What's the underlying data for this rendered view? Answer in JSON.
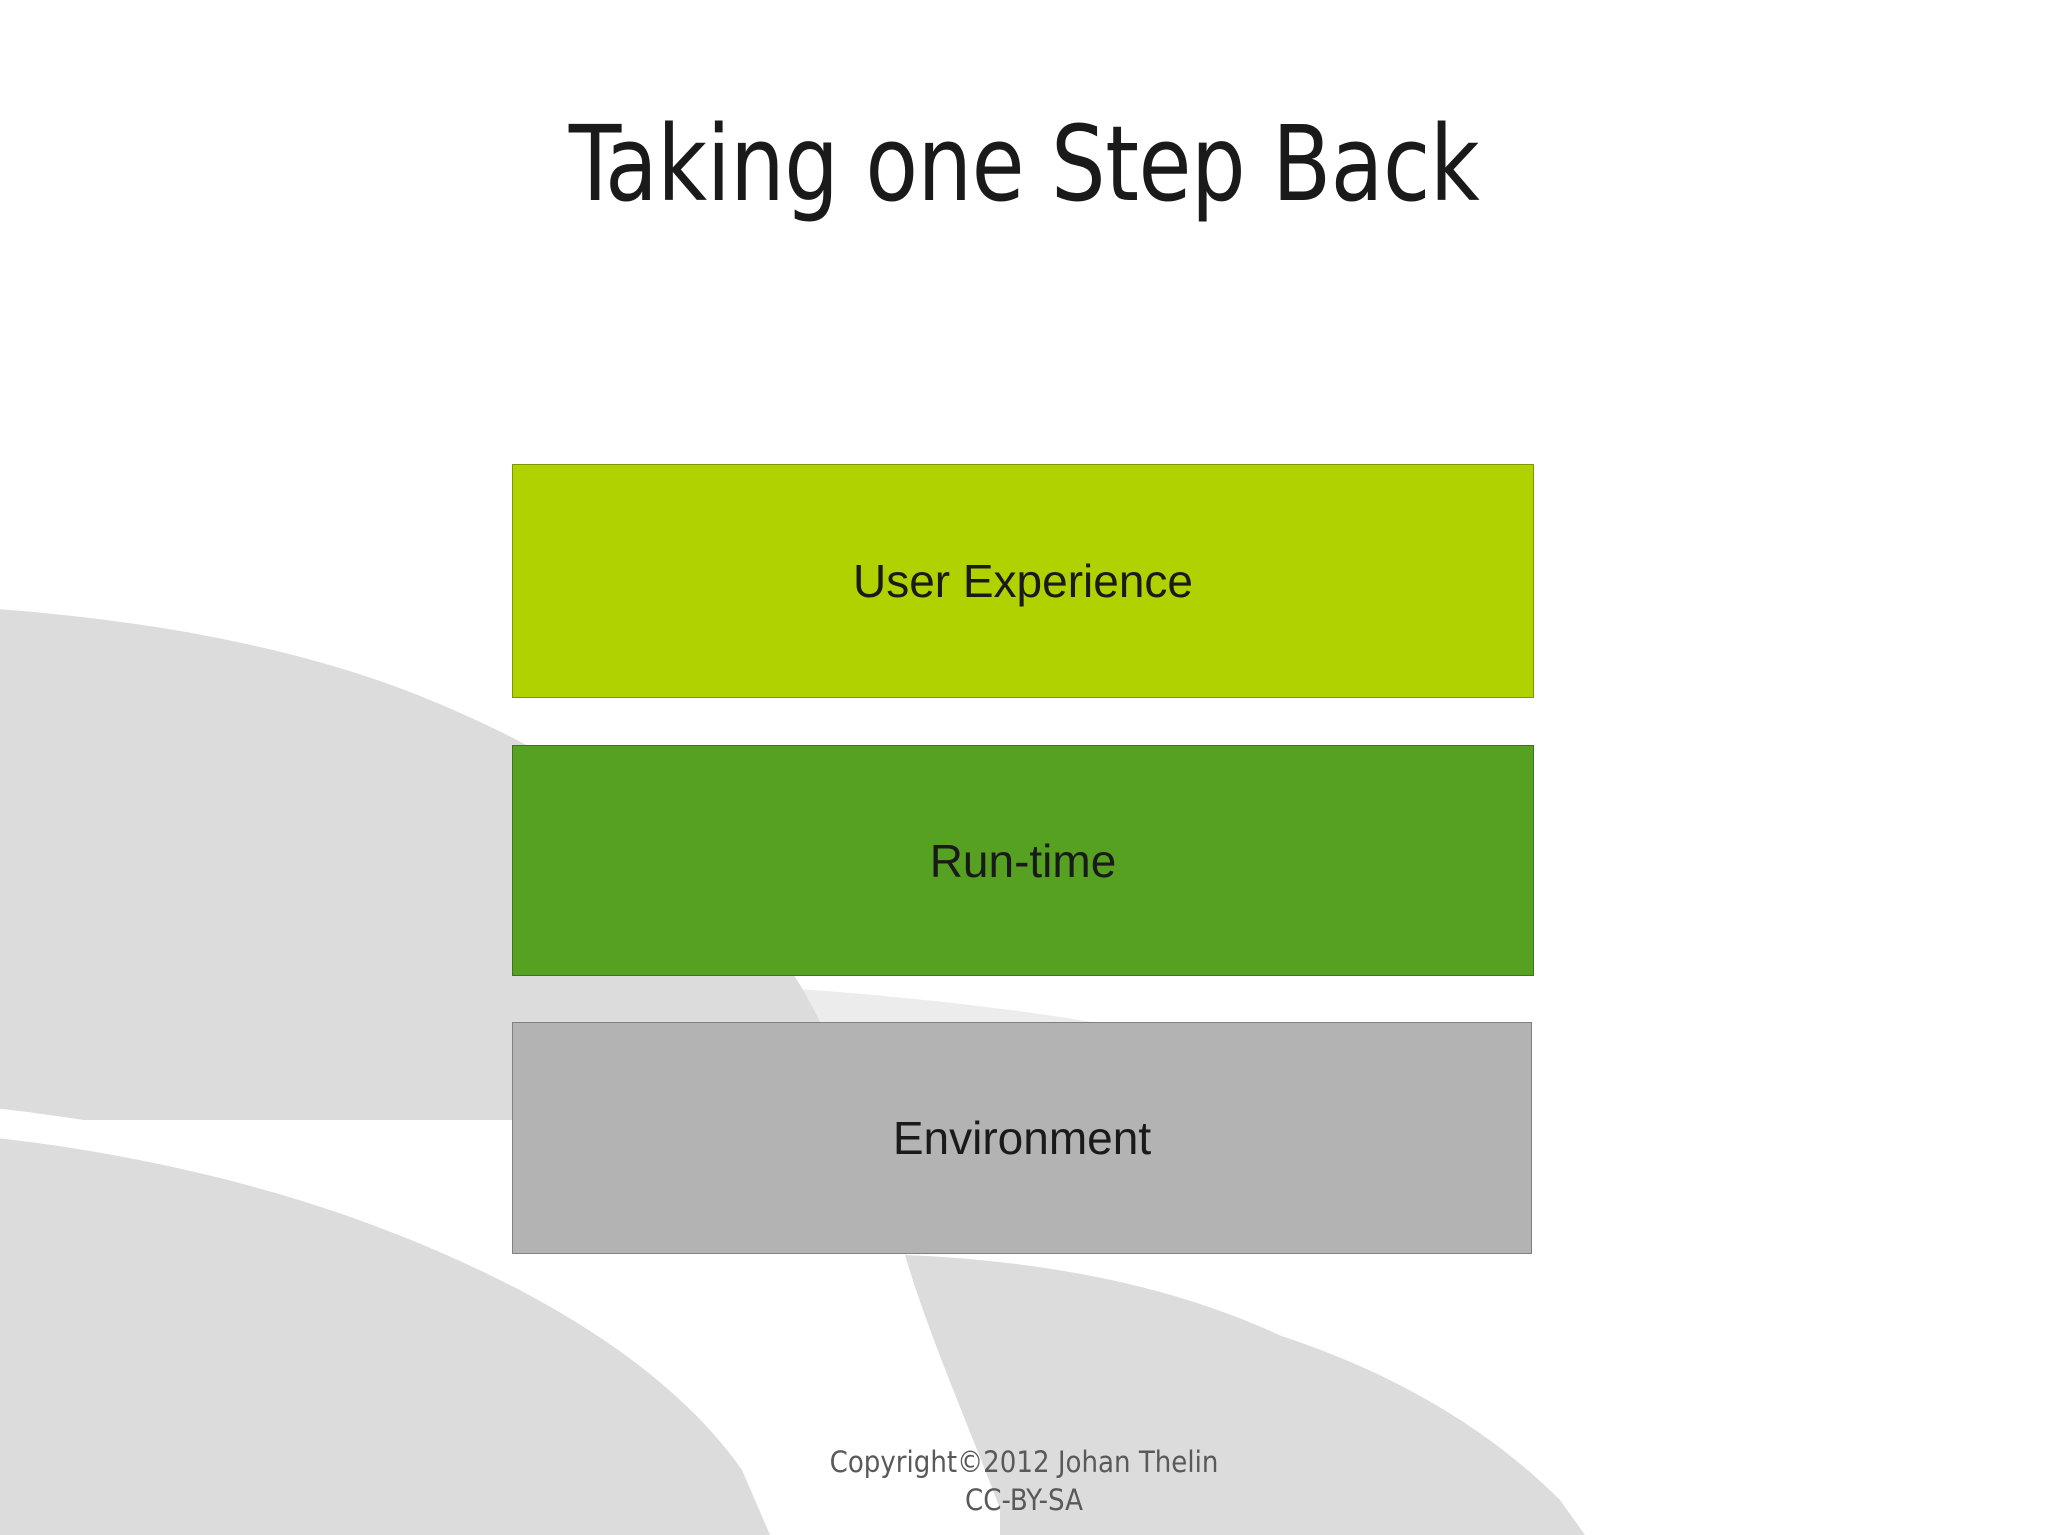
{
  "slide": {
    "title": "Taking one Step Back",
    "background_color": "#ffffff",
    "title_color": "#1a1a1a",
    "decoration": {
      "name": "qt-logo-swoosh",
      "color": "#dcdcdc"
    }
  },
  "layers": [
    {
      "id": "user-experience",
      "label": "User Experience",
      "fill": "#afd200",
      "text_color": "#1a1a1a",
      "order": 1
    },
    {
      "id": "run-time",
      "label": "Run-time",
      "fill": "#56a022",
      "text_color": "#1a1a1a",
      "order": 2
    },
    {
      "id": "environment",
      "label": "Environment",
      "fill": "#b3b3b3",
      "text_color": "#1a1a1a",
      "order": 3
    }
  ],
  "footer": {
    "copyright": "Copyright©2012 Johan Thelin",
    "license": "CC-BY-SA",
    "color": "#595959"
  }
}
